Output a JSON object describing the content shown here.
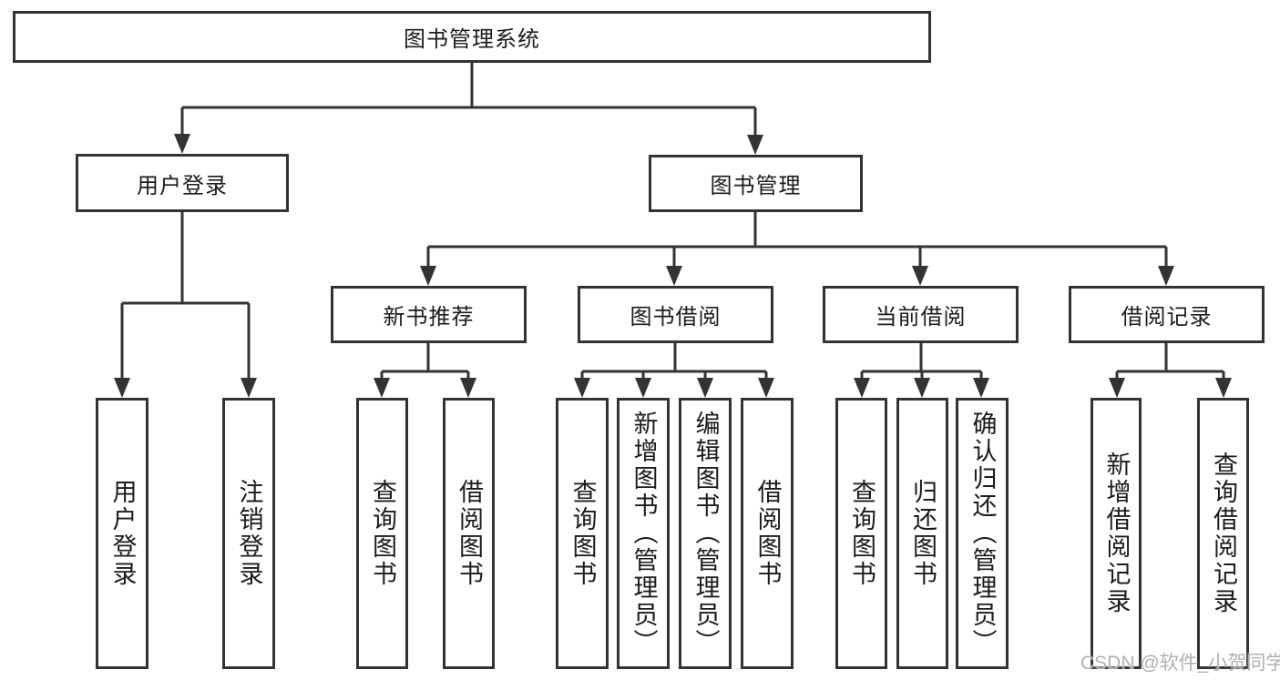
{
  "tree": {
    "root": "图书管理系统",
    "children": [
      {
        "label": "用户登录",
        "children": [
          "用户登录",
          "注销登录"
        ]
      },
      {
        "label": "图书管理",
        "children": [
          {
            "label": "新书推荐",
            "children": [
              "查询图书",
              "借阅图书"
            ]
          },
          {
            "label": "图书借阅",
            "children": [
              "查询图书",
              "新增图书（管理员）",
              "编辑图书（管理员）",
              "借阅图书"
            ]
          },
          {
            "label": "当前借阅",
            "children": [
              "查询图书",
              "归还图书",
              "确认归还（管理员）"
            ]
          },
          {
            "label": "借阅记录",
            "children": [
              "新增借阅记录",
              "查询借阅记录"
            ]
          }
        ]
      }
    ]
  },
  "watermark": "CSDN @软件_小贺同学",
  "colors": {
    "line": "#333333",
    "text": "#1b1b1b",
    "watermark": "#b0b0b0",
    "background": "#ffffff"
  }
}
